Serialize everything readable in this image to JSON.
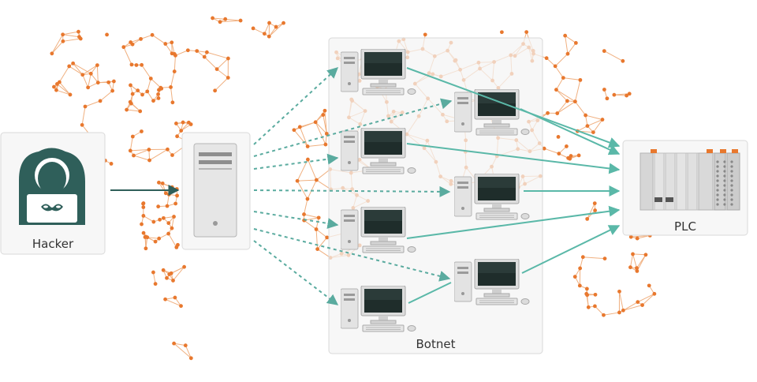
{
  "diagram": {
    "hacker_label": "Hacker",
    "botnet_label": "Botnet",
    "plc_label": "PLC"
  },
  "colors": {
    "map_line": "#f0b080",
    "map_node": "#e8782e",
    "hacker": "#2f5f5a",
    "dashed_arrow": "#5aab9f",
    "solid_arrow": "#5ab8a8",
    "panel_border": "#dddddd",
    "panel_fill": "#f6f6f6"
  },
  "icons": {
    "hacker": "hooded-hacker-icon",
    "server": "server-tower-icon",
    "computer": "desktop-computer-icon",
    "plc": "plc-rack-icon"
  }
}
